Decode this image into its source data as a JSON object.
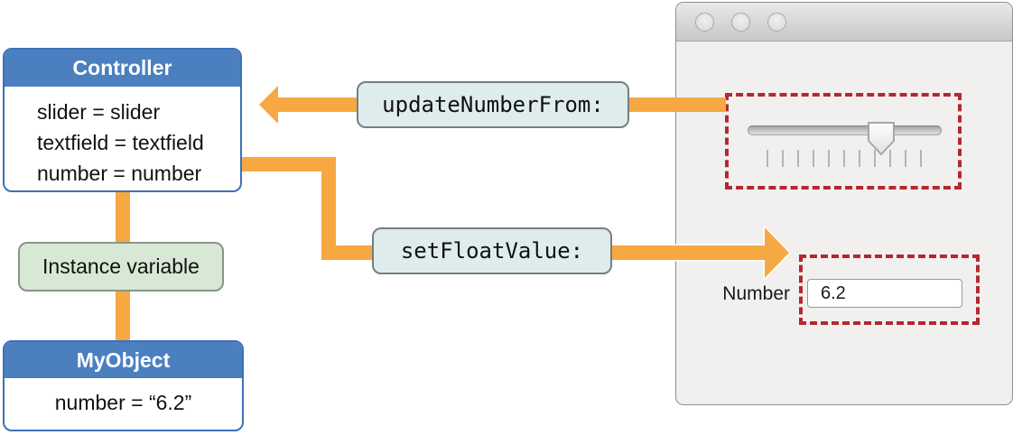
{
  "colors": {
    "accent_orange": "#F6A843",
    "box_blue": "#4B7FC0",
    "box_blue_border": "#3B72B6",
    "green_fill": "#D7E8D4",
    "method_label_fill": "#DFECEE",
    "red_dashed": "#B4282E"
  },
  "diagram": {
    "controller": {
      "title": "Controller",
      "lines": [
        "slider = slider",
        "textfield = textfield",
        "number = number"
      ]
    },
    "instance_variable_label": "Instance variable",
    "my_object": {
      "title": "MyObject",
      "line": "number = “6.2”"
    },
    "messages": {
      "update_number_from": "updateNumberFrom:",
      "set_float_value": "setFloatValue:"
    }
  },
  "window": {
    "traffic_lights": [
      "close-button",
      "minimize-button",
      "zoom-button"
    ],
    "slider": {
      "tick_count": 11,
      "thumb_pct": 69
    },
    "number_field": {
      "label": "Number",
      "value": "6.2"
    }
  }
}
